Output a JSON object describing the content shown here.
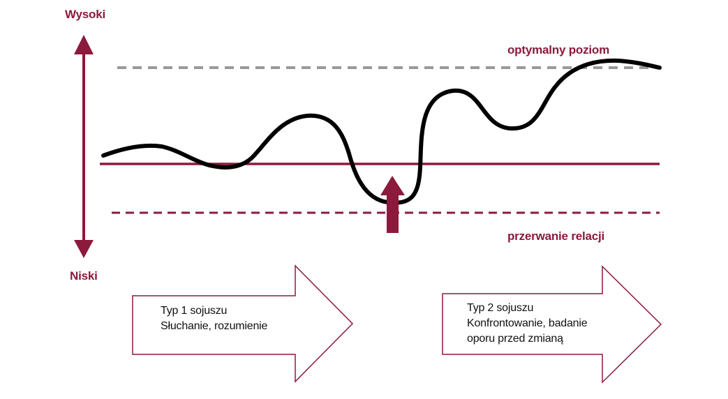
{
  "labels": {
    "high": "Wysoki",
    "low": "Niski",
    "optimal_level": "optymalny poziom",
    "relationship_break": "przerwanie relacji"
  },
  "alliance_boxes": [
    {
      "lines": [
        "Typ 1 sojuszu",
        "Słuchanie, rozumienie"
      ]
    },
    {
      "lines": [
        "Typ 2 sojuszu",
        "Konfrontowanie, badanie",
        "oporu przed zmianą"
      ]
    }
  ],
  "colors": {
    "accent": "#8b1a3c",
    "curve": "#000000",
    "optimal_line": "#999999",
    "box_stroke": "#8b1a3c"
  }
}
